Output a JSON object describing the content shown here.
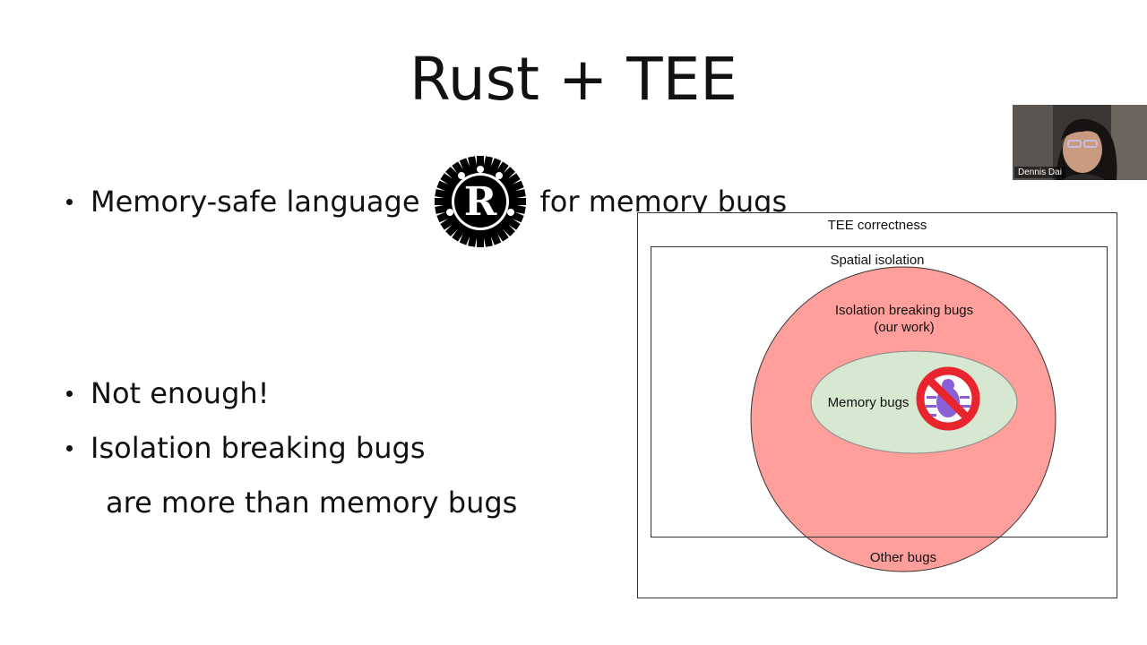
{
  "slide": {
    "title": "Rust + TEE",
    "bullets": {
      "b1_before": "Memory-safe language",
      "b1_after": "for memory bugs",
      "b2": "Not enough!",
      "b3_line1": "Isolation breaking bugs",
      "b3_line2": "are more than memory bugs"
    },
    "rust_logo_letter": "R"
  },
  "diagram": {
    "outer_label": "TEE correctness",
    "inner_label": "Spatial isolation",
    "circle_label_line1": "Isolation breaking bugs",
    "circle_label_line2": "(our work)",
    "ellipse_label": "Memory bugs",
    "outside_label": "Other bugs",
    "icon": "no-bug-icon"
  },
  "video": {
    "participant_name": "Dennis Dai"
  },
  "colors": {
    "circle_fill": "#ff9f9c",
    "ellipse_fill": "#d6e8d0",
    "no_sign_red": "#e8252e",
    "bug_purple": "#8b5fd6"
  }
}
